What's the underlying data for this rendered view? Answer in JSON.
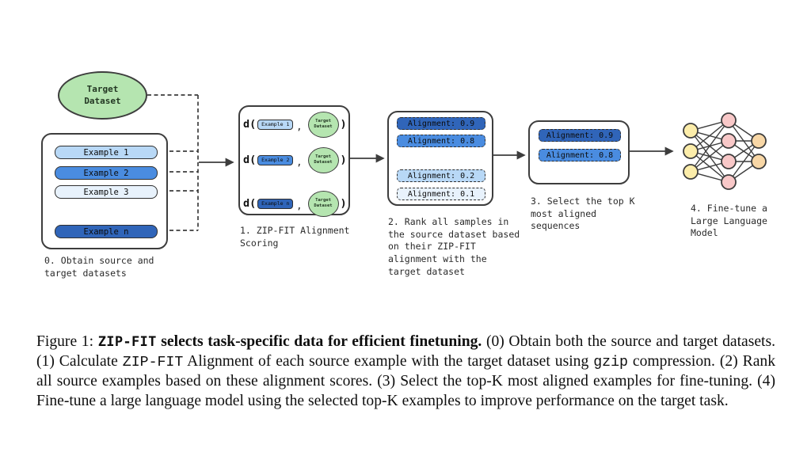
{
  "diagram": {
    "target_dataset_label": "Target\nDataset",
    "steps": {
      "step0_caption": "0. Obtain source and\ntarget datasets",
      "step1_caption": "1. ZIP-FIT Alignment\nScoring",
      "step2_caption": "2. Rank all samples in\nthe source dataset based\non their ZIP-FIT\nalignment with the\ntarget dataset",
      "step3_caption": "3. Select the top K\nmost aligned\nsequences",
      "step4_caption": "4. Fine-tune a\nLarge Language\nModel"
    },
    "source_examples": [
      {
        "label": "Example 1",
        "color": "#b8d8f6"
      },
      {
        "label": "Example 2",
        "color": "#4a8ce0"
      },
      {
        "label": "Example 3",
        "color": "#e8f2fc"
      },
      {
        "label": "Example n",
        "color": "#3065b9"
      }
    ],
    "scoring_rows": [
      {
        "open": "d(",
        "example": "Example 1",
        "color": "#b8d8f6",
        "comma": ",",
        "target": "Target\nDataset",
        "close": ")"
      },
      {
        "open": "d(",
        "example": "Example 2",
        "color": "#4a8ce0",
        "comma": ",",
        "target": "Target\nDataset",
        "close": ")"
      },
      {
        "open": "d(",
        "example": "Example n",
        "color": "#3065b9",
        "comma": ",",
        "target": "Target\nDataset",
        "close": ")"
      }
    ],
    "rank_items": [
      {
        "label": "Alignment: 0.9",
        "color": "#3065b9"
      },
      {
        "label": "Alignment: 0.8",
        "color": "#4a8ce0"
      },
      {
        "label": "Alignment: 0.2",
        "color": "#b8d8f6"
      },
      {
        "label": "Alignment: 0.1",
        "color": "#e8f2fc"
      }
    ],
    "select_items": [
      {
        "label": "Alignment: 0.9",
        "color": "#3065b9"
      },
      {
        "label": "Alignment: 0.8",
        "color": "#4a8ce0"
      }
    ],
    "network": {
      "layers": [
        3,
        4,
        2
      ],
      "layer_colors": [
        "#fcedaa",
        "#f8c8c8",
        "#f8d7a6"
      ],
      "edge_color": "#3d3d3d"
    },
    "shape_colors": {
      "green": "#b5e5b0",
      "outline": "#3d3d3d"
    }
  },
  "caption": {
    "segments": [
      {
        "text": "Figure 1: ",
        "style": "serif"
      },
      {
        "text": "ZIP-FIT",
        "style": "mono-bold"
      },
      {
        "text": " selects task-specific data for efficient finetuning.",
        "style": "serif-bold"
      },
      {
        "text": " (0) Obtain both the source and target datasets.  (1) Calculate ",
        "style": "serif"
      },
      {
        "text": "ZIP-FIT",
        "style": "mono"
      },
      {
        "text": " Alignment of each source example with the target dataset using ",
        "style": "serif"
      },
      {
        "text": "gzip",
        "style": "mono"
      },
      {
        "text": " compression.  (2) Rank all source examples based on these alignment scores. (3) Select the top-K most aligned examples for fine-tuning.  (4) Fine-tune a large language model using the selected top-K examples to improve performance on the target task.",
        "style": "serif"
      }
    ]
  }
}
